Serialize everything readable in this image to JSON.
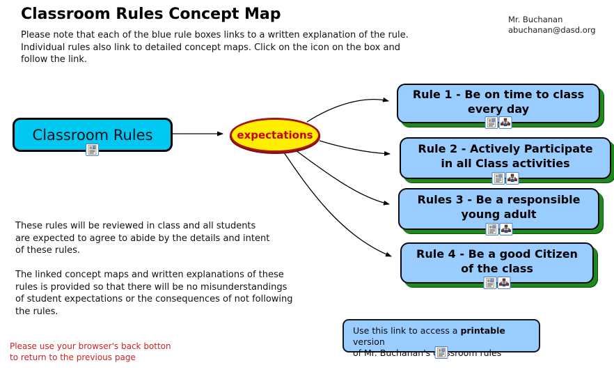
{
  "header": {
    "title": "Classroom Rules Concept Map",
    "contact_name": "Mr. Buchanan",
    "contact_email": "abuchanan@dasd.org",
    "intro": "Please note that each of the blue rule boxes links to a written explanation of the rule.\nIndividual rules also link to detailed concept maps. Click on the icon on the box and\nfollow the link."
  },
  "map": {
    "root_label": "Classroom Rules",
    "hub_label": "expectations",
    "rules": [
      {
        "label": "Rule 1 - Be on time to class\nevery day"
      },
      {
        "label": "Rule 2 - Actively Participate\nin all Class activities"
      },
      {
        "label": "Rules 3 - Be a responsible\nyoung adult"
      },
      {
        "label": "Rule 4 - Be a good Citizen\nof the class"
      }
    ],
    "edges": [
      {
        "from": "Classroom Rules",
        "to": "expectations"
      },
      {
        "from": "expectations",
        "to": "Rule 1 - Be on time to class every day"
      },
      {
        "from": "expectations",
        "to": "Rule 2 - Actively Participate in all Class activities"
      },
      {
        "from": "expectations",
        "to": "Rules 3 - Be a responsible young adult"
      },
      {
        "from": "expectations",
        "to": "Rule 4 - Be a good Citizen of the class"
      }
    ],
    "icons": {
      "note": "note-icon",
      "concept_map": "concept-map-icon"
    }
  },
  "notes": {
    "paragraph1": "These rules will be reviewed in class and all students\nare expected to agree to abide by the details and intent\nof these rules.",
    "paragraph2": "The linked concept maps and written explanations of these\nrules is provided so that there will be no misunderstandings\nof student expectations or the consequences of not following\nthe rules."
  },
  "printable_note": {
    "before": "Use this link to access a ",
    "bold": "printable",
    "after": " version",
    "line2": "of Mr. Buchanan's classroom rules"
  },
  "warning": "Please use your browser's back botton\nto return to the previous page",
  "colors": {
    "root_fill": "#00c8f0",
    "rule_fill": "#99ccff",
    "rule_shadow": "#1e8a1e",
    "hub_fill": "#ffee00",
    "hub_border": "#a81414",
    "hub_text": "#cc0000",
    "warning_text": "#cc2222",
    "printable_fill": "#99ccff"
  }
}
